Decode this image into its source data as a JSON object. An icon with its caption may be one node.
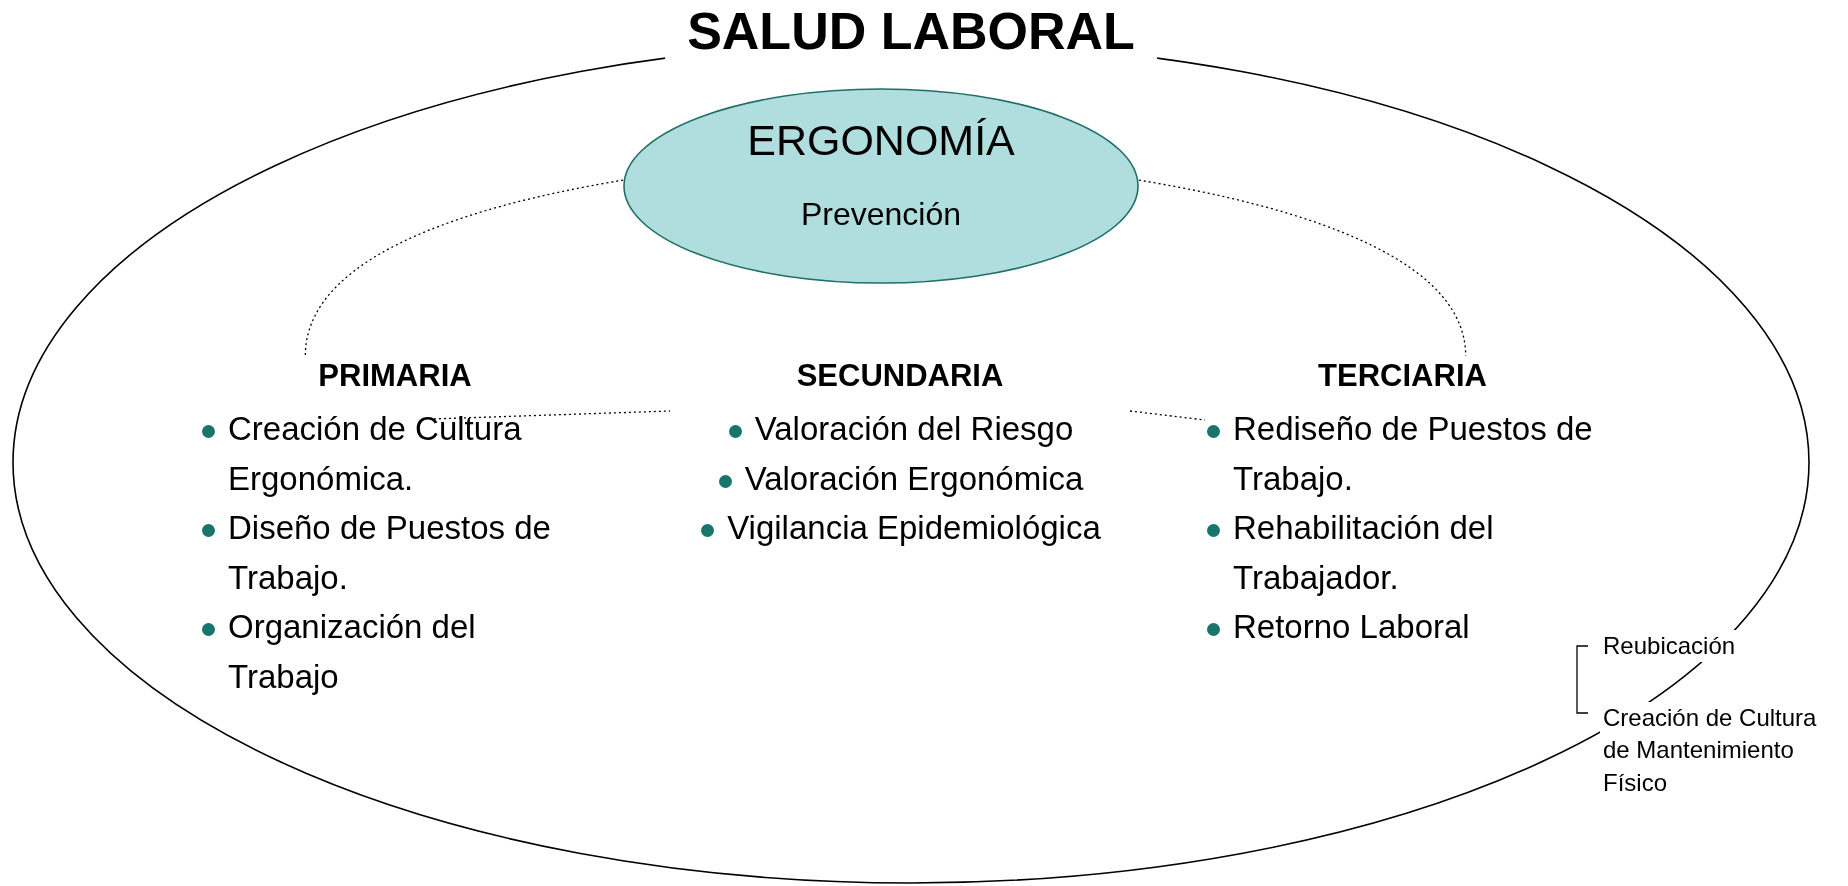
{
  "diagram": {
    "nodes": [
      {
        "text": [
          "SALUD LABORAL"
        ]
      },
      {
        "text": [
          "ERGONOMÍA",
          "Prevención"
        ],
        "in": 0
      },
      {
        "text": [
          "PRIMARIA",
          "Creación de Cultura Ergonómica.",
          "Diseño de Puestos de Trabajo.",
          "Organización del Trabajo"
        ],
        "in": 0
      },
      {
        "text": [
          "SECUNDARIA",
          "Valoración del Riesgo",
          "Valoración Ergonómica",
          "Vigilancia Epidemiológica"
        ],
        "in": 0
      },
      {
        "text": [
          "TERCIARIA",
          "Rediseño de Puestos de Trabajo.",
          "Rehabilitación del Trabajador.",
          "Retorno Laboral"
        ],
        "in": 0
      }
    ],
    "edges": [
      {
        "from": 1,
        "to": 2,
        "arrow": "none",
        "style": "dashed"
      },
      {
        "from": 1,
        "to": 4,
        "arrow": "none",
        "style": "dashed"
      },
      {
        "from": 2,
        "to": 3,
        "arrow": "none",
        "style": "dashed"
      },
      {
        "from": 3,
        "to": 4,
        "arrow": "none",
        "style": "dashed"
      }
    ],
    "labels": [
      "Reubicación",
      "Creación de Cultura de Mantenimiento Físico"
    ]
  }
}
